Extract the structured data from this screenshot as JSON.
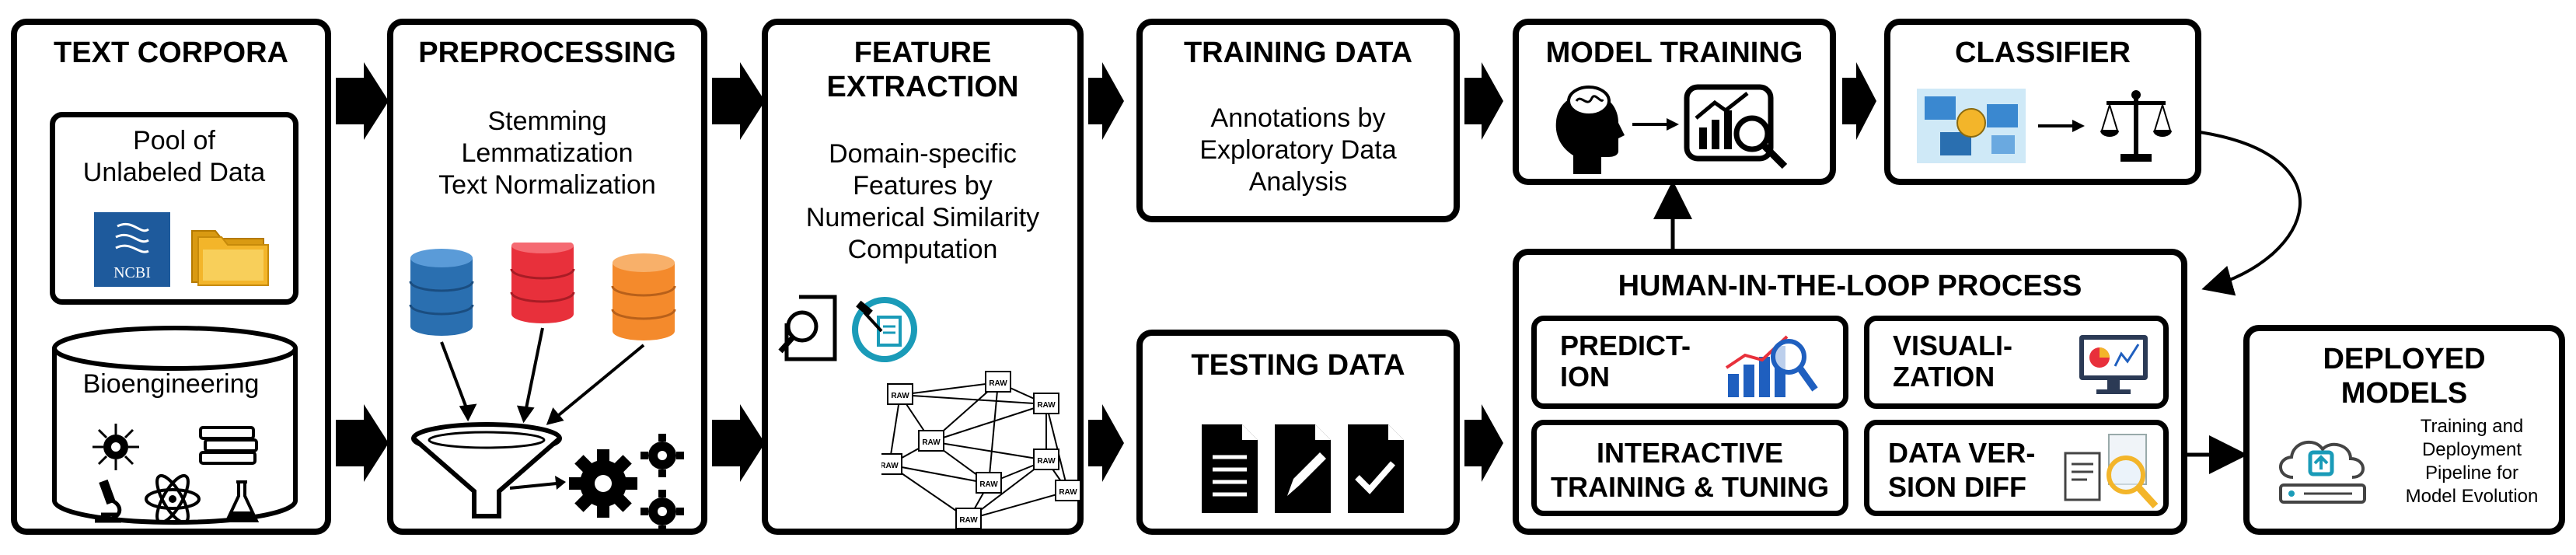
{
  "boxes": {
    "text_corpora": {
      "title": "TEXT CORPORA",
      "pool": [
        "Pool of",
        "Unlabeled Data"
      ],
      "ncbi": "NCBI",
      "bio": "Bioengineering"
    },
    "preprocessing": {
      "title": "PREPROCESSING",
      "items": [
        "Stemming",
        "Lemmatization",
        "Text Normalization"
      ]
    },
    "feature": {
      "title": [
        "FEATURE",
        "EXTRACTION"
      ],
      "body": [
        "Domain-specific",
        "Features by",
        "Numerical Similarity",
        "Computation"
      ],
      "raw": "RAW"
    },
    "training_data": {
      "title": "TRAINING DATA",
      "body": [
        "Annotations by",
        "Exploratory Data",
        "Analysis"
      ]
    },
    "testing_data": {
      "title": "TESTING DATA"
    },
    "model_training": {
      "title": "MODEL TRAINING"
    },
    "classifier": {
      "title": "CLASSIFIER"
    },
    "hitl": {
      "title": "HUMAN-IN-THE-LOOP PROCESS",
      "prediction": [
        "PREDICT-",
        "ION"
      ],
      "visualization": [
        "VISUALI-",
        "ZATION"
      ],
      "interactive": [
        "INTERACTIVE",
        "TRAINING & TUNING"
      ],
      "dataversion": [
        "DATA VER-",
        "SION DIFF"
      ]
    },
    "deployed": {
      "title": [
        "DEPLOYED",
        "MODELS"
      ],
      "body": [
        "Training and",
        "Deployment",
        "Pipeline for",
        "Model Evolution"
      ]
    }
  },
  "colors": {
    "blue_db": "#2a6fb0",
    "red_db": "#e8303b",
    "orange_db": "#f48a2c",
    "folder": "#f3b52a",
    "ncbi": "#1e5a9c",
    "chart_blue": "#1f5fbf",
    "teal": "#1a9bb8"
  }
}
